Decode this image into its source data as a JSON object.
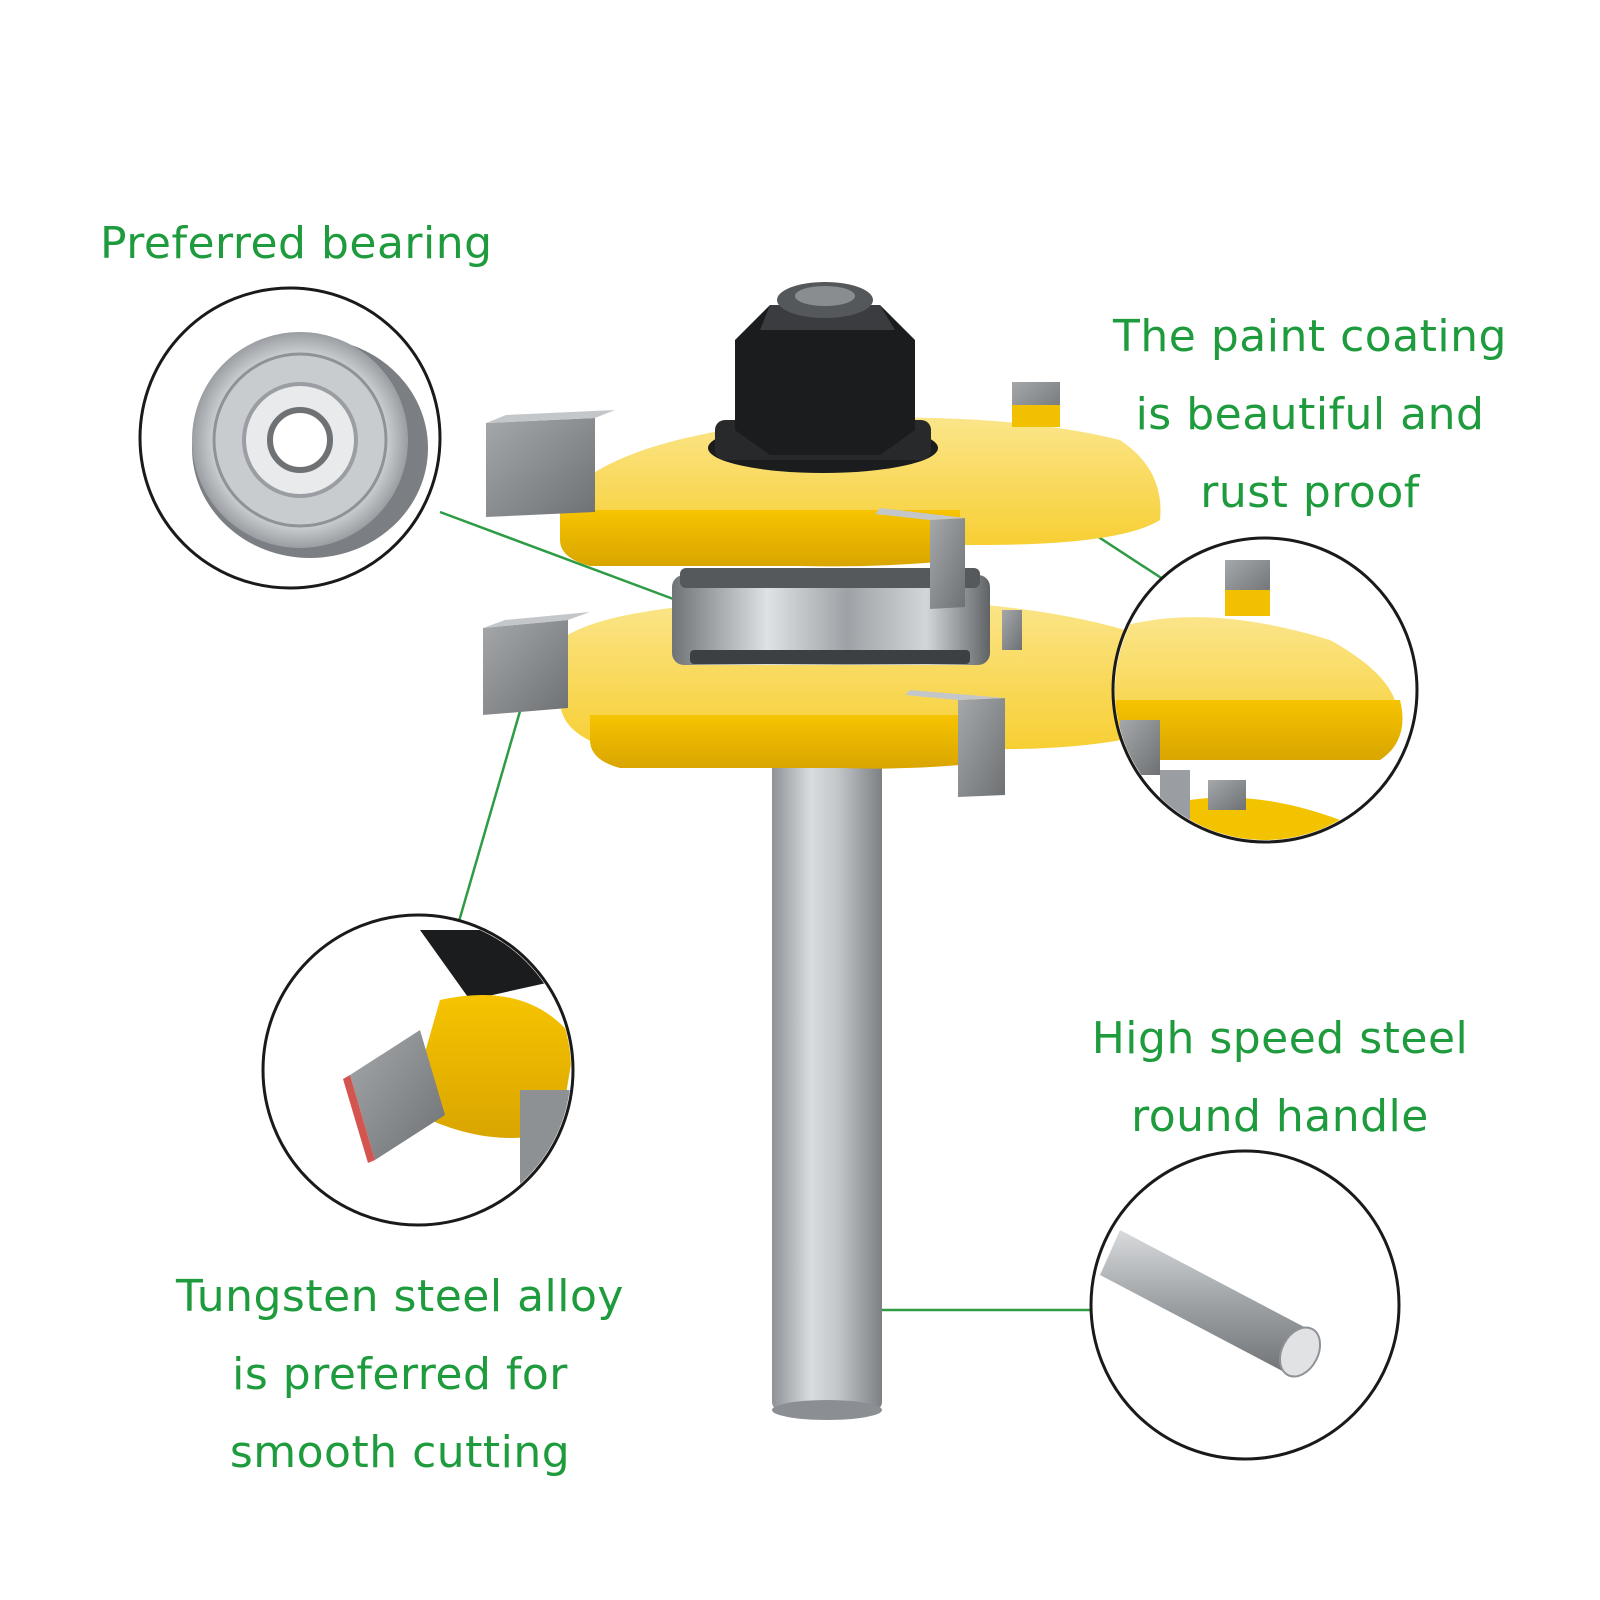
{
  "callouts": {
    "bearing": {
      "lines": [
        "Preferred bearing"
      ],
      "icon": "bearing-icon"
    },
    "paint": {
      "lines": [
        "The paint coating",
        "is beautiful and",
        "rust proof"
      ],
      "icon": "cutter-wing-icon"
    },
    "hss": {
      "lines": [
        "High speed steel",
        "round handle"
      ],
      "icon": "shank-icon"
    },
    "tungsten": {
      "lines": [
        "Tungsten steel alloy",
        "is preferred for",
        "smooth cutting"
      ],
      "icon": "carbide-tip-icon"
    }
  },
  "colors": {
    "label_green": "#1e9b3c",
    "leader_green": "#2e9b45",
    "body_yellow": "#f5c400",
    "carbide_grey": "#8a8d90",
    "nut_black": "#1b1c1e",
    "shank_steel": "#b4b8bc"
  }
}
